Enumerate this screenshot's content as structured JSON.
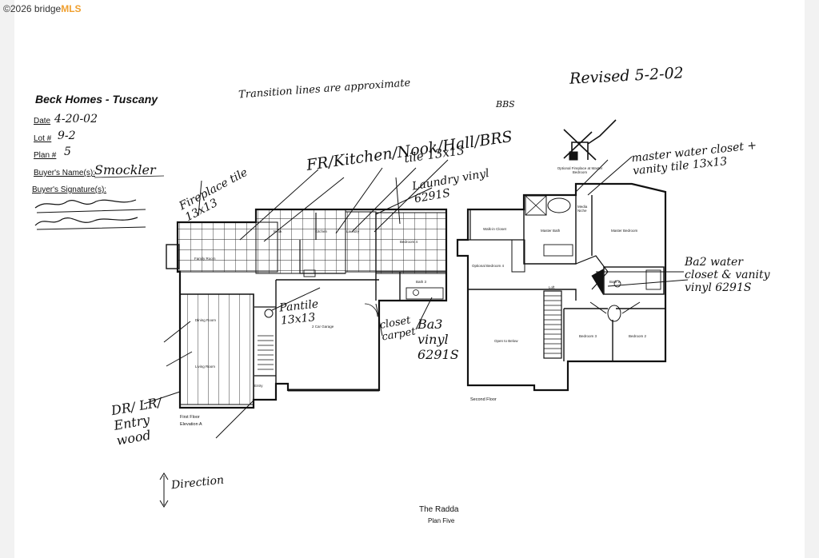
{
  "watermark": {
    "prefix": "©2026 bridge",
    "brand": "MLS"
  },
  "form": {
    "title": "Beck Homes - Tuscany",
    "date_label": "Date",
    "date_value": "4-20-02",
    "lot_label": "Lot #",
    "lot_value": "9-2",
    "plan_label": "Plan #",
    "plan_value": "5",
    "buyer_name_label": "Buyer's Name(s):",
    "buyer_name_value": "Smockler",
    "buyer_sig_label": "Buyer's Signature(s):"
  },
  "notes": {
    "transition": "Transition lines are approximate",
    "revised": "Revised 5-2-02",
    "fireplace": "Fireplace tile 13x13",
    "main_tile": "FR/Kitchen/Nook/Hall/BRS",
    "main_tile_size": "tile 13x13",
    "brs_superscript": "BBS",
    "laundry": "Laundry vinyl 6291S",
    "master": "master water closet + vanity tile 13x13",
    "pantile": "Pantile 13x13",
    "closet": "closet carpet",
    "ba3": "Ba3 vinyl 6291S",
    "ba2": "Ba2 water closet & vanity vinyl 6291S",
    "dr_lr": "DR/ LR/ Entry wood",
    "direction": "Direction"
  },
  "rooms": {
    "family": "Family Room",
    "dining": "Dining Room",
    "living": "Living Room",
    "kitchen": "Kitchen",
    "nook": "Nook",
    "laundry": "Laundry",
    "garage": "2 Car Garage",
    "bath3": "Bath 3",
    "bedroom4": "Bedroom 4",
    "entry": "Entry",
    "walkin": "Walk-in Closet",
    "opt_bed": "Optional Bedroom 4",
    "master_bath": "Master Bath",
    "master_bed": "Master Bedroom",
    "bath2": "Bath 2",
    "open_below": "Open to Below",
    "bedroom3": "Bedroom 3",
    "bedroom2": "Bedroom 2",
    "loft": "Loft",
    "media": "Media Niche",
    "fireplace_opt": "Optional Fireplace at Master Bedroom"
  },
  "captions": {
    "first_floor": "First Floor",
    "elevation": "Elevation A",
    "second_floor": "Second Floor",
    "plan_name": "The Radda",
    "plan_number": "Plan Five"
  }
}
